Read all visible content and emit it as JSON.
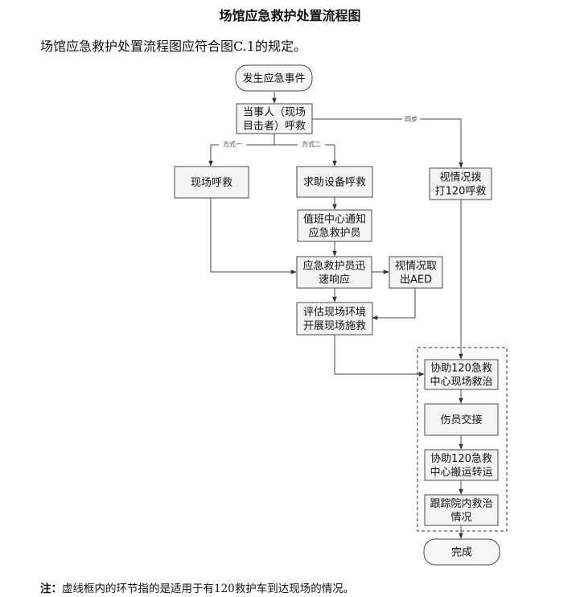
{
  "title": "场馆应急救护处置流程图",
  "intro": "场馆应急救护处置流程图应符合图C.1的规定。",
  "note": {
    "prefix": "注：",
    "text": "虚线框内的环节指的是适用于有120救护车到达现场的情况。"
  },
  "nodes": {
    "start": [
      "发生应急事件"
    ],
    "witness": [
      "当事人（现场",
      "目击者）呼救"
    ],
    "onsite_call": [
      "现场呼救"
    ],
    "device_call": [
      "求助设备呼救"
    ],
    "call_120": [
      "视情况拨",
      "打120呼救"
    ],
    "notify_rescuer": [
      "值班中心通知",
      "应急救护员"
    ],
    "rescuer_respond": [
      "应急救护员迅",
      "速响应"
    ],
    "take_aed": [
      "视情况取",
      "出AED"
    ],
    "assess": [
      "评估现场环境",
      "开展现场施救"
    ],
    "assist_treat": [
      "协助120急救",
      "中心现场救治"
    ],
    "handover": [
      "伤员交接"
    ],
    "assist_transport": [
      "协助120急救",
      "中心搬运转运"
    ],
    "follow_up": [
      "跟踪院内救治",
      "情况"
    ],
    "done": [
      "完成"
    ]
  },
  "edge_labels": {
    "mode1": "方式一",
    "mode2": "方式二",
    "sync": "同步"
  }
}
